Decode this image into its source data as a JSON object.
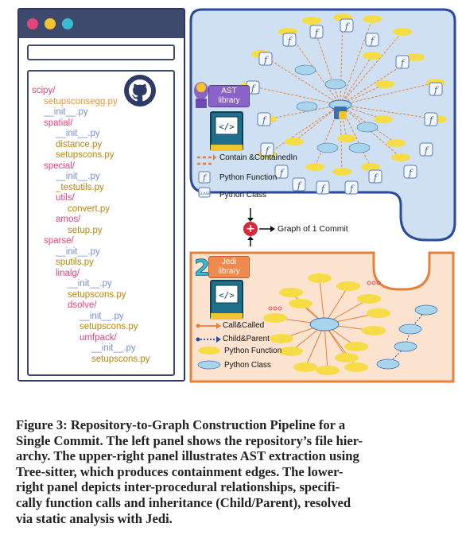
{
  "file_tree": [
    {
      "text": "scipy/",
      "indent": 0,
      "kind": "dir"
    },
    {
      "text": "setupsconsegg.py",
      "indent": 1,
      "kind": "setup"
    },
    {
      "text": "__init__.py",
      "indent": 1,
      "kind": "init"
    },
    {
      "text": "spatial/",
      "indent": 1,
      "kind": "dir"
    },
    {
      "text": "__init__.py",
      "indent": 2,
      "kind": "init"
    },
    {
      "text": "distance.py",
      "indent": 2,
      "kind": "py"
    },
    {
      "text": "setupscons.py",
      "indent": 2,
      "kind": "py"
    },
    {
      "text": "special/",
      "indent": 1,
      "kind": "dir"
    },
    {
      "text": "__init__.py",
      "indent": 2,
      "kind": "init"
    },
    {
      "text": "_testutils.py",
      "indent": 2,
      "kind": "py"
    },
    {
      "text": "utils/",
      "indent": 2,
      "kind": "dir"
    },
    {
      "text": "convert.py",
      "indent": 3,
      "kind": "py"
    },
    {
      "text": "amos/",
      "indent": 2,
      "kind": "dir"
    },
    {
      "text": "setup.py",
      "indent": 3,
      "kind": "py"
    },
    {
      "text": "sparse/",
      "indent": 1,
      "kind": "dir"
    },
    {
      "text": "__init__.py",
      "indent": 2,
      "kind": "init"
    },
    {
      "text": "sputils.py",
      "indent": 2,
      "kind": "py"
    },
    {
      "text": "linalg/",
      "indent": 2,
      "kind": "dir"
    },
    {
      "text": "__init__.py",
      "indent": 3,
      "kind": "init"
    },
    {
      "text": "setupscons.py",
      "indent": 3,
      "kind": "py"
    },
    {
      "text": "dsolve/",
      "indent": 3,
      "kind": "dir"
    },
    {
      "text": "__init__.py",
      "indent": 4,
      "kind": "init"
    },
    {
      "text": "setupscons.py",
      "indent": 4,
      "kind": "py"
    },
    {
      "text": "umfpack/",
      "indent": 4,
      "kind": "dir"
    },
    {
      "text": "__init__.py",
      "indent": 5,
      "kind": "init"
    },
    {
      "text": "setupscons.py",
      "indent": 5,
      "kind": "py"
    }
  ],
  "colors": {
    "dir": "#e0457b",
    "init": "#7a8ed8",
    "py": "#b8860b",
    "setup": "#e8943a",
    "ast_panel_bg": "#cfe0f2",
    "ast_panel_border": "#2a4a9a",
    "jedi_panel_bg": "#fce3cf",
    "jedi_panel_border": "#e5813a",
    "func_node": "#f6dc47",
    "class_node": "#a8d4ec"
  },
  "ast_library_label": [
    "AST",
    "library"
  ],
  "jedi_library_label": [
    "Jedi",
    "library"
  ],
  "ast_legend": [
    {
      "text": "Contain &ContainedIn",
      "style": "dashed-arrow"
    },
    {
      "text": "Python Function",
      "style": "func-icon"
    },
    {
      "text": "Python Class",
      "style": "class-icon"
    }
  ],
  "jedi_legend": [
    {
      "text": "Call&Called",
      "style": "solid-arrow"
    },
    {
      "text": "Child&Parent",
      "style": "dotted-arrow"
    },
    {
      "text": "Python Function",
      "style": "yellow-ellipse"
    },
    {
      "text": "Python Class",
      "style": "blue-ellipse"
    }
  ],
  "merge_label": "Graph of 1 Commit",
  "merge_symbol": "+",
  "class_badge": "CLASS",
  "caption_lines": [
    "Figure 3: Repository-to-Graph Construction Pipeline for a",
    "Single Commit. The left panel shows the repository’s file hier-",
    "archy. The upper-right panel illustrates AST extraction using",
    "Tree-sitter, which produces containment edges. The lower-",
    "right panel depicts inter-procedural relationships, specifi-",
    "cally function calls and inheritance (Child/Parent), resolved",
    "via static analysis with Jedi."
  ]
}
